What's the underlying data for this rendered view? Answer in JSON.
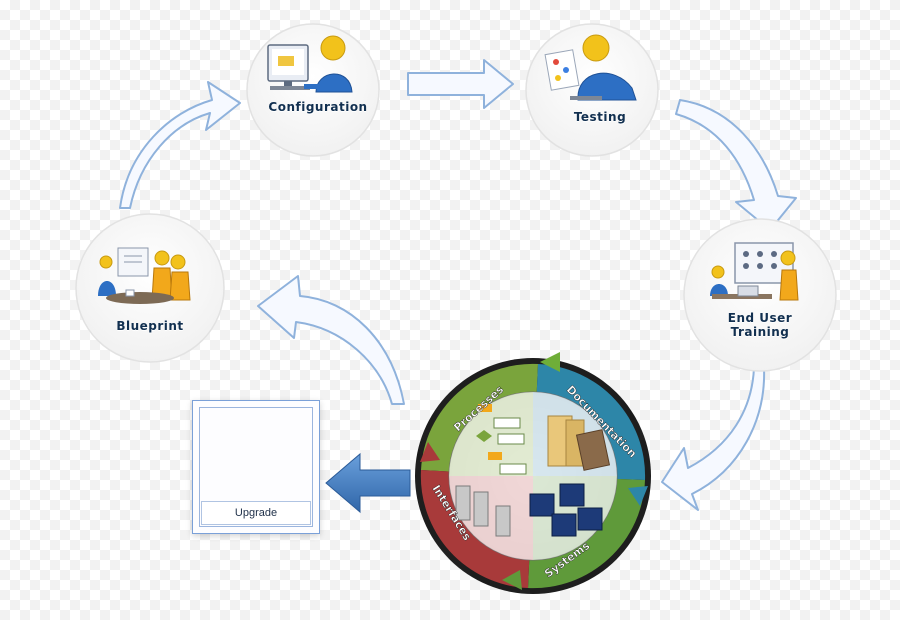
{
  "nodes": {
    "configuration": "Configuration",
    "testing": "Testing",
    "end_user_training_line1": "End User",
    "end_user_training_line2": "Training",
    "blueprint": "Blueprint",
    "upgrade": "Upgrade"
  },
  "wheel": {
    "sectors": [
      "Processes",
      "Documentation",
      "Systems",
      "Interfaces"
    ]
  },
  "colors": {
    "arrow_outline": "#8fb2dc",
    "arrow_fill": "#f6f9ff",
    "upgrade_arrow": "#4f86c6",
    "node_border": "#e2e2e2",
    "wheel_green": "#7aa43c",
    "wheel_teal": "#2d86a8",
    "wheel_red": "#a83a3a"
  },
  "icons": [
    "person-at-computer-icon",
    "person-with-chart-icon",
    "trainer-with-board-icon",
    "meeting-team-icon",
    "hand-inserting-disc-icon"
  ]
}
